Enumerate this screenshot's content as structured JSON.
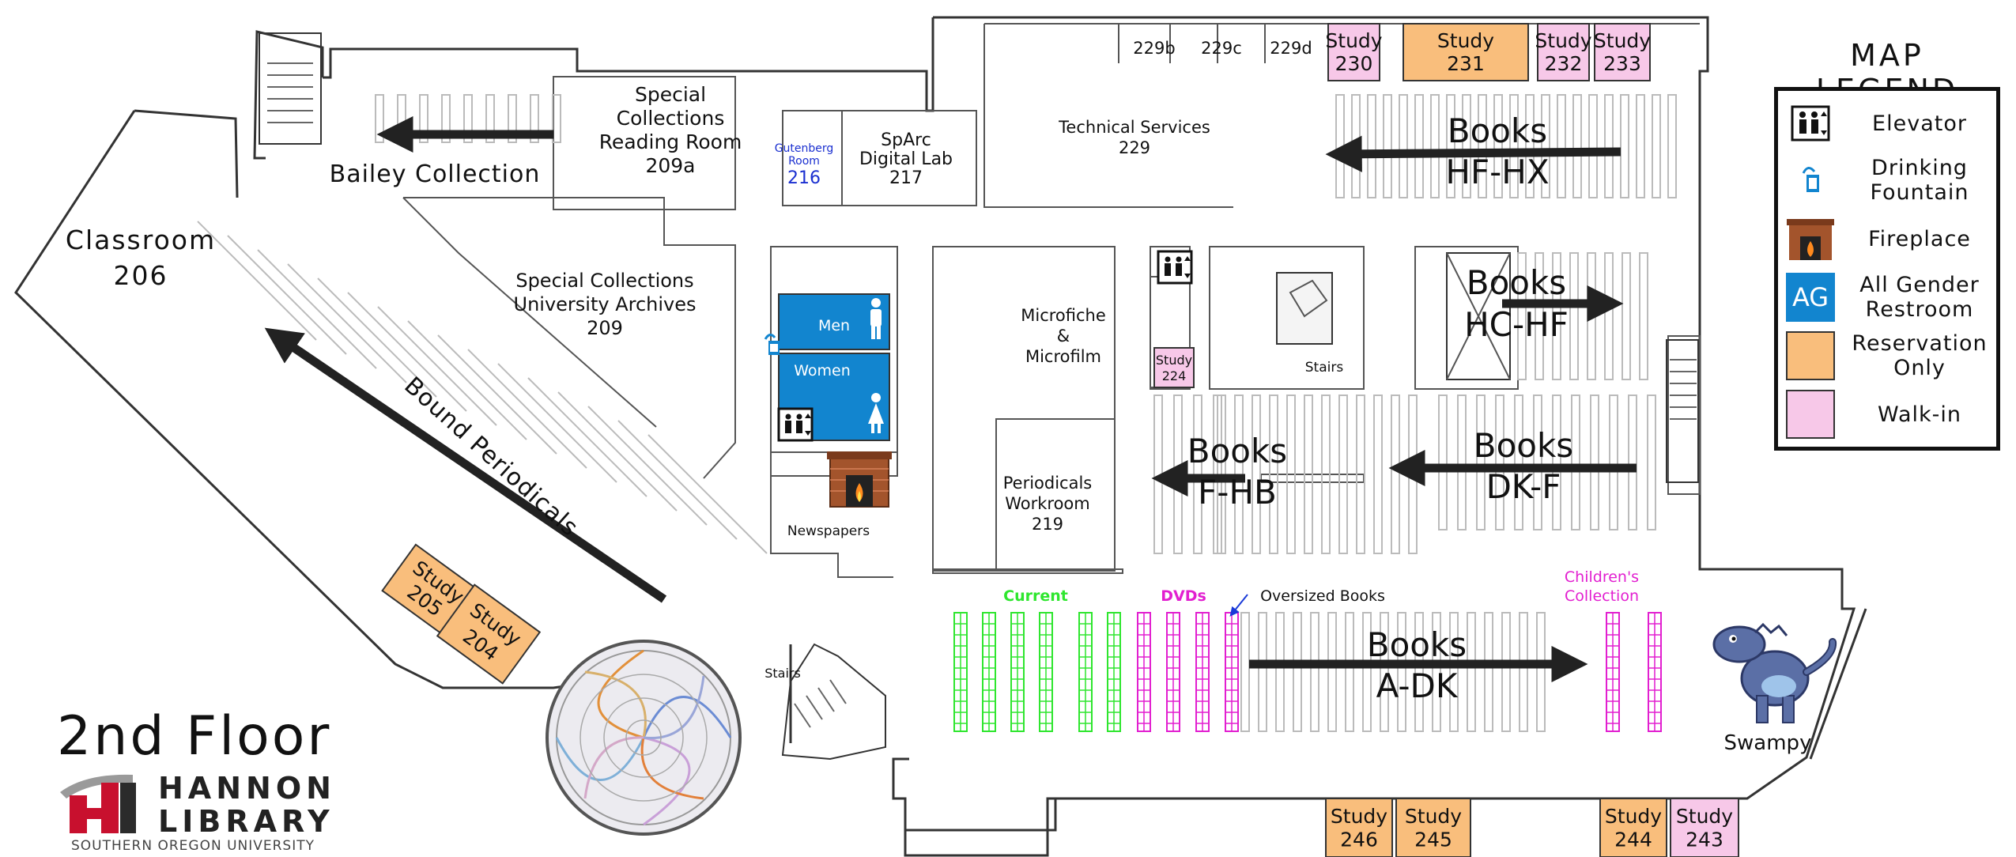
{
  "floor_title": "2nd Floor",
  "logo": {
    "line1": "HANNON",
    "line2": "LIBRARY",
    "sub": "SOUTHERN OREGON UNIVERSITY"
  },
  "legend": {
    "title": "MAP LEGEND",
    "items": [
      {
        "label": "Elevator",
        "icon": "elevator-icon"
      },
      {
        "label": "Drinking Fountain",
        "icon": "drinking-fountain-icon"
      },
      {
        "label": "Fireplace",
        "icon": "fireplace-icon"
      },
      {
        "label": "All Gender Restroom",
        "icon": "all-gender-restroom-icon",
        "icon_text": "AG"
      },
      {
        "label": "Reservation Only",
        "icon": "reservation-swatch"
      },
      {
        "label": "Walk-in",
        "icon": "walk-in-swatch"
      }
    ]
  },
  "colors": {
    "reservation": "#f9be7c",
    "walkin": "#f7c8e8",
    "restroom": "#1285cf",
    "green_shelves": "#2ee62e",
    "magenta_shelves": "#e21fd0",
    "fireplace": "#a3542c"
  },
  "rooms": {
    "special_collections_reading": [
      "Special",
      "Collections",
      "Reading Room",
      "209a"
    ],
    "bailey": "Bailey Collection",
    "gutenberg": [
      "Gutenberg",
      "Room",
      "216"
    ],
    "sparc": [
      "SpArc",
      "Digital Lab",
      "217"
    ],
    "technical": [
      "Technical Services",
      "229"
    ],
    "r229b": "229b",
    "r229c": "229c",
    "r229d": "229d",
    "classroom": [
      "Classroom",
      "206"
    ],
    "special_archives": [
      "Special Collections",
      "University Archives",
      "209"
    ],
    "men": "Men",
    "women": "Women",
    "microfiche": [
      "Microfiche",
      "&",
      "Microfilm"
    ],
    "periodicals_workroom": [
      "Periodicals",
      "Workroom",
      "219"
    ],
    "newspapers": "Newspapers",
    "stairs_center": "Stairs",
    "stairs_south": "Stairs",
    "bound_periodicals": "Bound Periodicals",
    "swampy": "Swampy"
  },
  "study_rooms": [
    {
      "id": "230",
      "line1": "Study",
      "line2": "230",
      "type": "walkin"
    },
    {
      "id": "231",
      "line1": "Study",
      "line2": "231",
      "type": "reservation"
    },
    {
      "id": "232",
      "line1": "Study",
      "line2": "232",
      "type": "walkin"
    },
    {
      "id": "233",
      "line1": "Study",
      "line2": "233",
      "type": "walkin"
    },
    {
      "id": "224",
      "line1": "Study",
      "line2": "224",
      "type": "walkin"
    },
    {
      "id": "205",
      "line1": "Study",
      "line2": "205",
      "type": "reservation"
    },
    {
      "id": "204",
      "line1": "Study",
      "line2": "204",
      "type": "reservation"
    },
    {
      "id": "246",
      "line1": "Study",
      "line2": "246",
      "type": "reservation"
    },
    {
      "id": "245",
      "line1": "Study",
      "line2": "245",
      "type": "reservation"
    },
    {
      "id": "244",
      "line1": "Study",
      "line2": "244",
      "type": "reservation"
    },
    {
      "id": "243",
      "line1": "Study",
      "line2": "243",
      "type": "walkin"
    }
  ],
  "book_ranges": [
    {
      "line1": "Books",
      "line2": "HF-HX"
    },
    {
      "line1": "Books",
      "line2": "HC-HF"
    },
    {
      "line1": "Books",
      "line2": "DK-F"
    },
    {
      "line1": "Books",
      "line2": "F-HB"
    },
    {
      "line1": "Books",
      "line2": "A-DK"
    }
  ],
  "shelf_labels": {
    "current": "Current",
    "dvds": "DVDs",
    "oversized": "Oversized Books",
    "childrens": [
      "Children's",
      "Collection"
    ]
  }
}
